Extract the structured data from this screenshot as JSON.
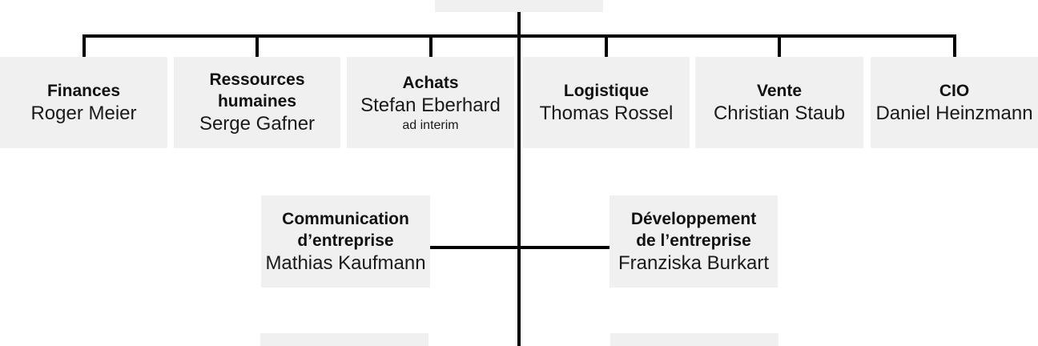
{
  "org_chart": {
    "departments": [
      {
        "title_lines": [
          "Finances"
        ],
        "name": "Roger Meier"
      },
      {
        "title_lines": [
          "Ressources",
          "humaines"
        ],
        "name": "Serge Gafner"
      },
      {
        "title_lines": [
          "Achats"
        ],
        "name": "Stefan Eberhard",
        "note": "ad interim"
      },
      {
        "title_lines": [
          "Logistique"
        ],
        "name": "Thomas Rossel"
      },
      {
        "title_lines": [
          "Vente"
        ],
        "name": "Christian Staub"
      },
      {
        "title_lines": [
          "CIO"
        ],
        "name": "Daniel Heinzmann"
      }
    ],
    "staff_units": [
      {
        "title_lines": [
          "Communication",
          "d’entreprise"
        ],
        "name": "Mathias Kaufmann"
      },
      {
        "title_lines": [
          "Développement",
          "de l’entreprise"
        ],
        "name": "Franziska Burkart"
      }
    ],
    "colors": {
      "box_background": "#f0f0f0",
      "line": "#000000",
      "text": "#1a1a1a"
    }
  }
}
